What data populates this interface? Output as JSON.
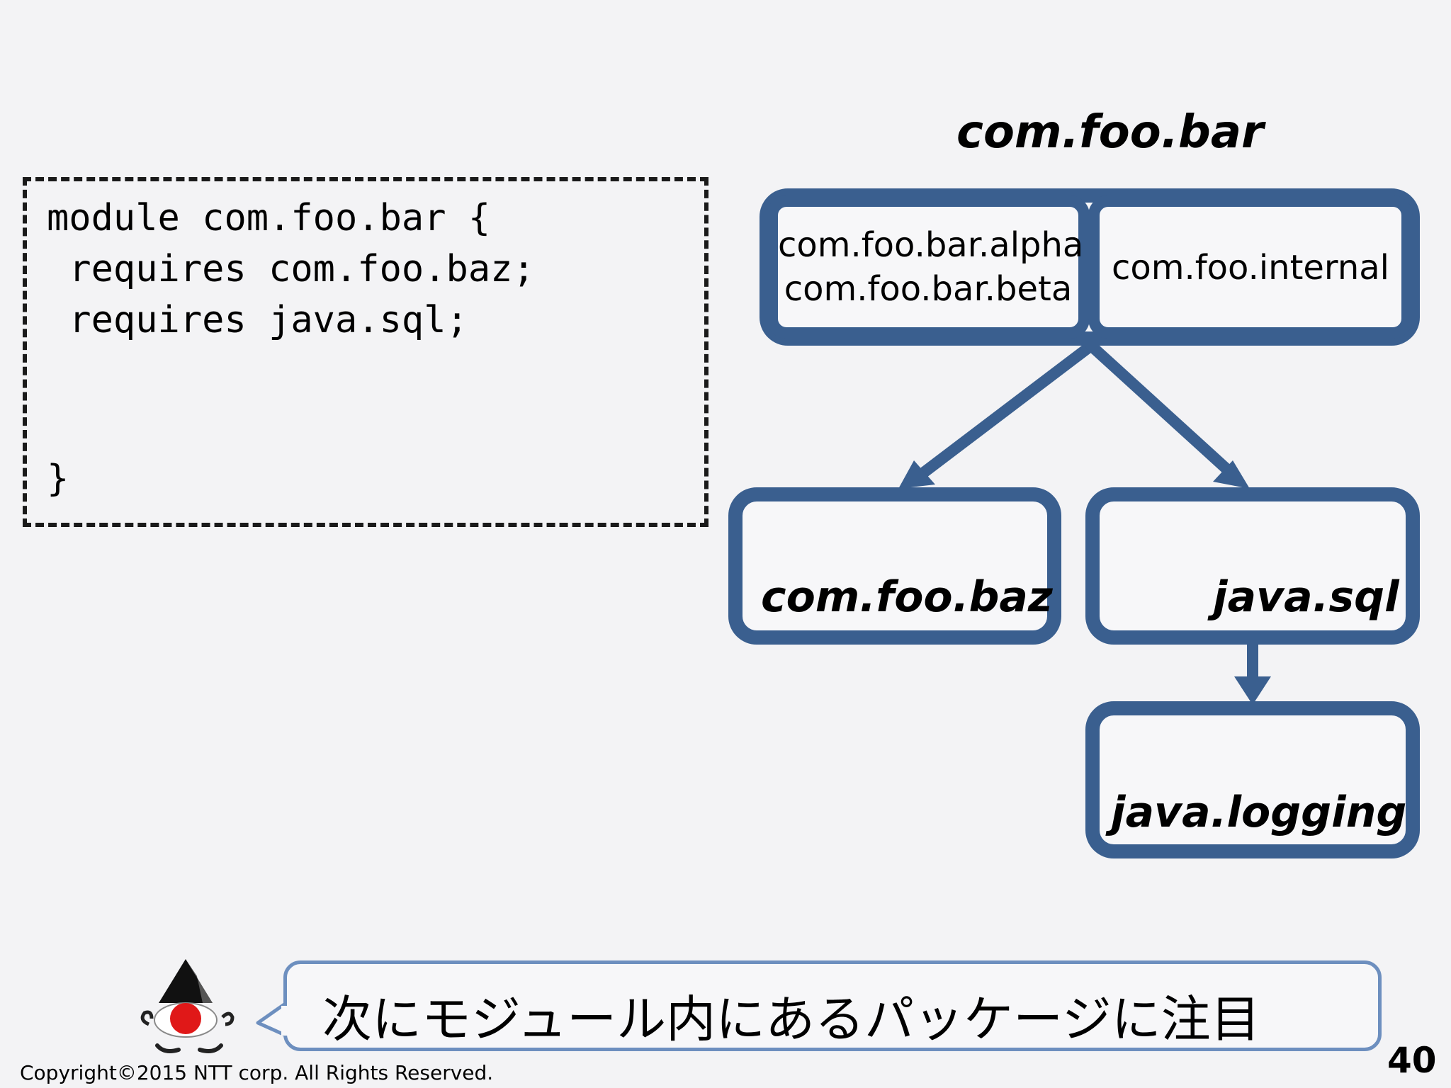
{
  "code": {
    "lines": [
      "module com.foo.bar {",
      " requires com.foo.baz;",
      " requires java.sql;",
      "}"
    ]
  },
  "diagram": {
    "module_title": "com.foo.bar",
    "packages_left": [
      "com.foo.bar.alpha",
      "com.foo.bar.beta"
    ],
    "package_right": "com.foo.internal",
    "dep_1": "com.foo.baz",
    "dep_2": "java.sql",
    "dep_3": "java.logging",
    "color_accent": "#3a5f8f"
  },
  "footer": {
    "bubble_text": "次にモジュール内にあるパッケージに注目",
    "copyright": "Copyright©2015  NTT corp. All Rights Reserved.",
    "page_number": "40"
  }
}
